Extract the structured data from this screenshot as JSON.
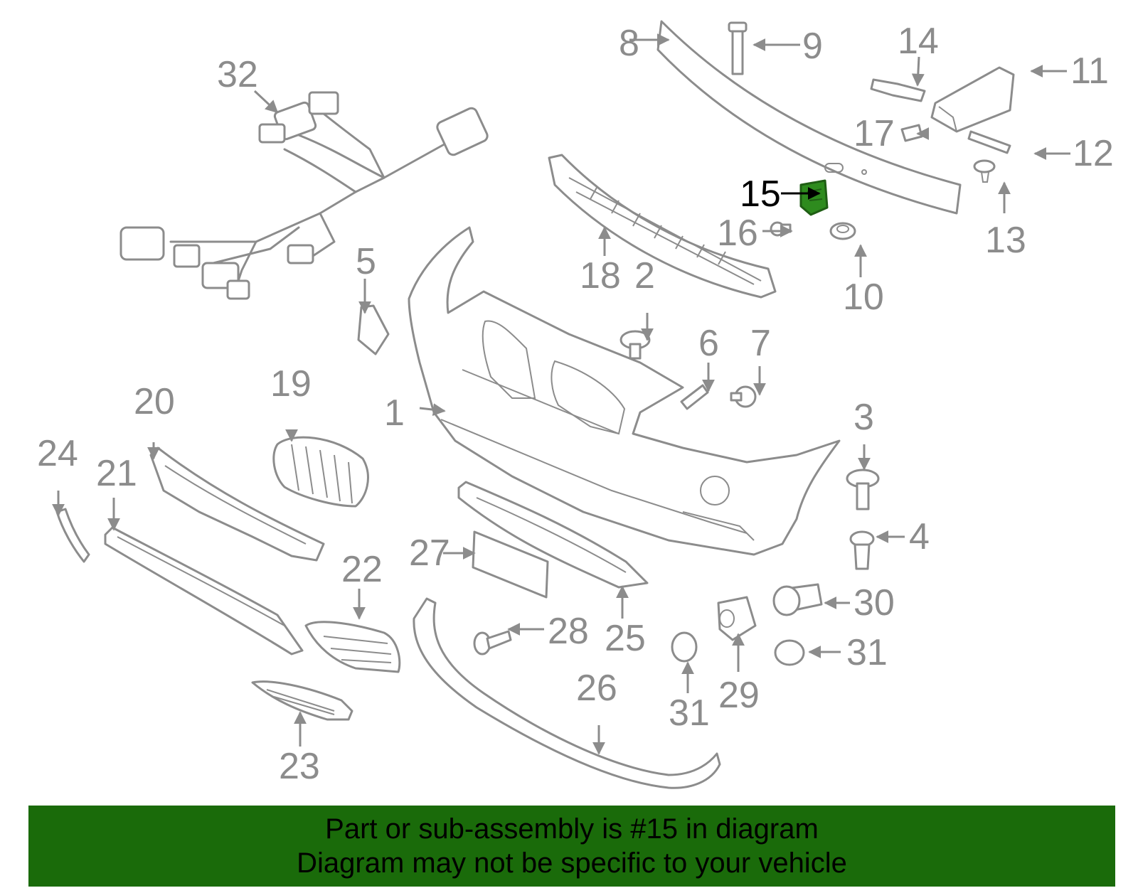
{
  "diagram": {
    "highlight_color": "#2e8b1e",
    "highlighted_part": "15",
    "callouts": [
      "1",
      "2",
      "3",
      "4",
      "5",
      "6",
      "7",
      "8",
      "9",
      "10",
      "11",
      "12",
      "13",
      "14",
      "15",
      "16",
      "17",
      "18",
      "19",
      "20",
      "21",
      "22",
      "23",
      "24",
      "25",
      "26",
      "27",
      "28",
      "29",
      "30",
      "31",
      "31",
      "32"
    ]
  },
  "banner": {
    "line1": "Part or sub-assembly is #15 in diagram",
    "line2": "Diagram may not be specific to your vehicle",
    "background": "#1a6b0a"
  }
}
